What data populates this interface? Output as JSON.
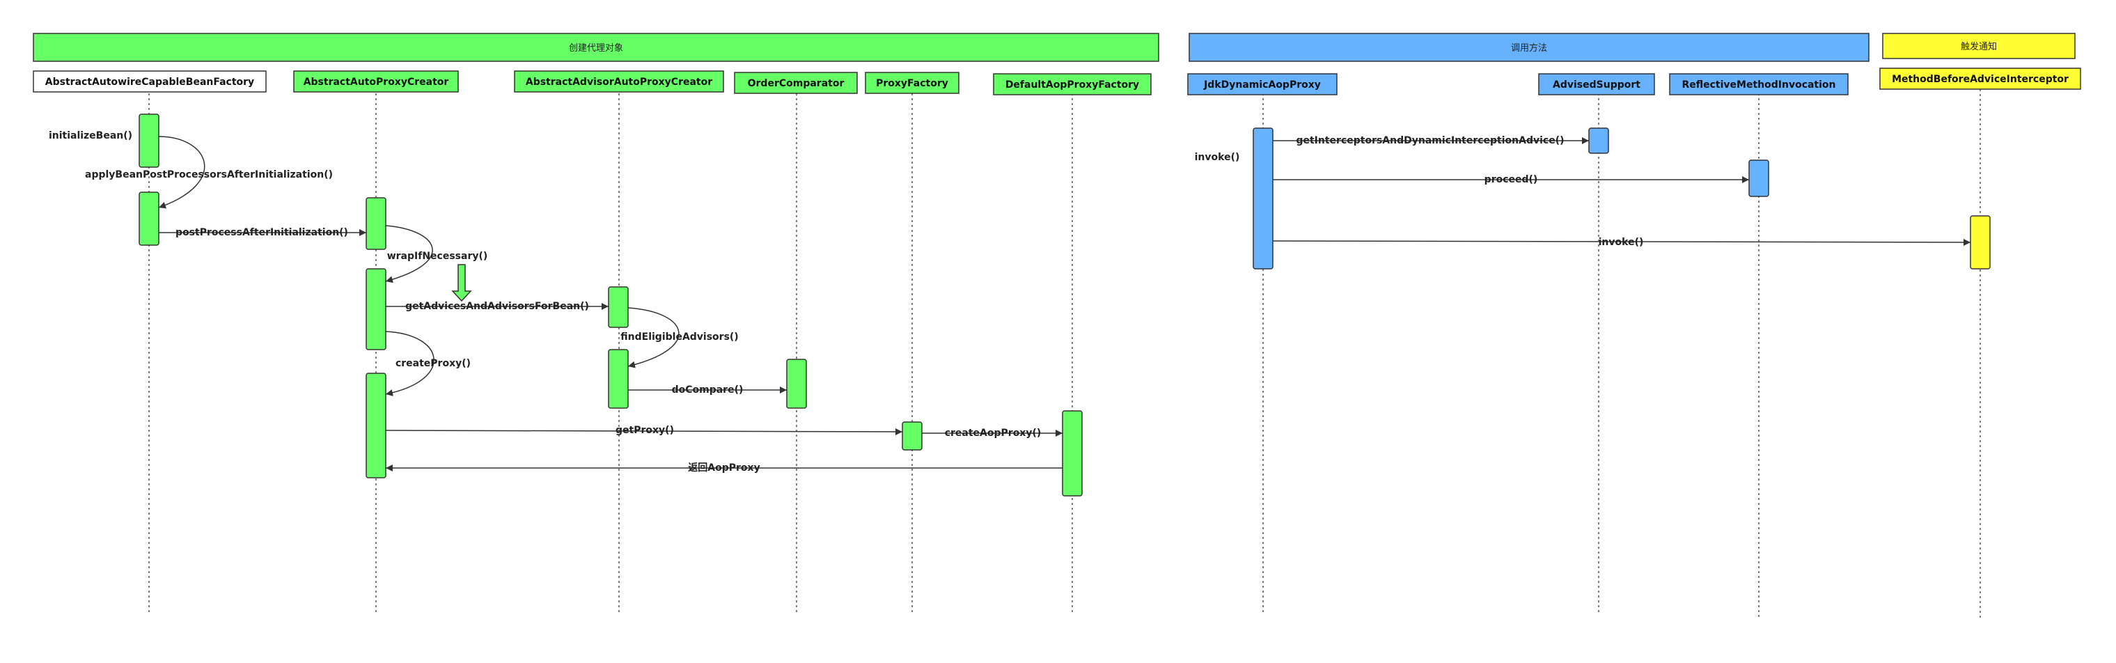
{
  "colors": {
    "green": "#66ff66",
    "blue": "#66b2ff",
    "yellow": "#ffff33",
    "white": "#ffffff",
    "line": "#333333"
  },
  "groups": [
    {
      "id": "create-proxy",
      "label": "创建代理对象",
      "color": "#66ff66"
    },
    {
      "id": "invoke-method",
      "label": "调用方法",
      "color": "#66b2ff"
    },
    {
      "id": "trigger-notify",
      "label": "触发通知",
      "color": "#ffff33"
    }
  ],
  "participants": [
    {
      "id": "p1",
      "label": "AbstractAutowireCapableBeanFactory",
      "color": "#ffffff"
    },
    {
      "id": "p2",
      "label": "AbstractAutoProxyCreator",
      "color": "#66ff66"
    },
    {
      "id": "p3",
      "label": "AbstractAdvisorAutoProxyCreator",
      "color": "#66ff66"
    },
    {
      "id": "p4",
      "label": "OrderComparator",
      "color": "#66ff66"
    },
    {
      "id": "p5",
      "label": "ProxyFactory",
      "color": "#66ff66"
    },
    {
      "id": "p6",
      "label": "DefaultAopProxyFactory",
      "color": "#66ff66"
    },
    {
      "id": "p7",
      "label": "JdkDynamicAopProxy",
      "color": "#66b2ff"
    },
    {
      "id": "p8",
      "label": "AdvisedSupport",
      "color": "#66b2ff"
    },
    {
      "id": "p9",
      "label": "ReflectiveMethodInvocation",
      "color": "#66b2ff"
    },
    {
      "id": "p10",
      "label": "MethodBeforeAdviceInterceptor",
      "color": "#ffff33"
    }
  ],
  "messages": {
    "initializeBean": "initializeBean()",
    "applyBPP": "applyBeanPostProcessorsAfterInitialization()",
    "postProcess": "postProcessAfterInitialization()",
    "wrapIfNecessary": "wrapIfNecessary()",
    "getAdvices": "getAdvicesAndAdvisorsForBean()",
    "findEligible": "findEligibleAdvisors()",
    "createProxy": "createProxy()",
    "doCompare": "doCompare()",
    "getProxy": "getProxy()",
    "createAopProxy": "createAopProxy()",
    "returnAopProxy": "返回AopProxy",
    "invokeEntry": "invoke()",
    "getInterceptors": "getInterceptorsAndDynamicInterceptionAdvice()",
    "proceed": "proceed()",
    "invokeAdvice": "invoke()"
  }
}
